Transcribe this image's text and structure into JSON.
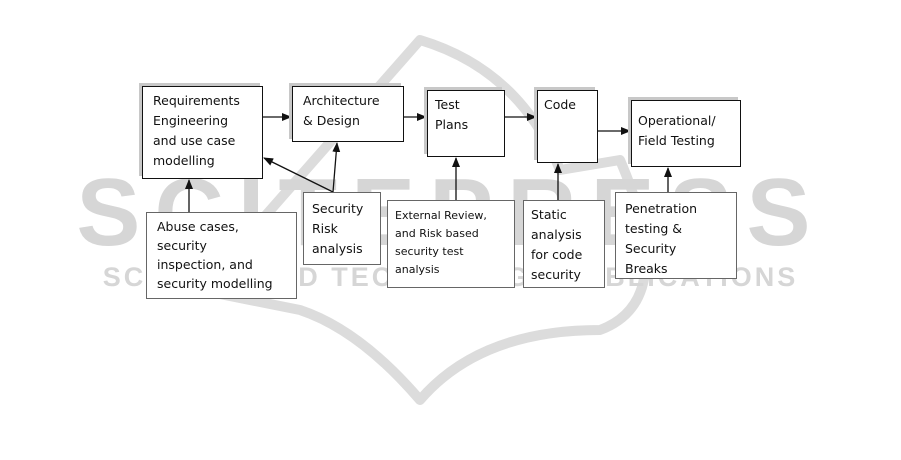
{
  "watermark": {
    "title": "SCITEPRESS",
    "subtitle": "SCIENCE AND TECHNOLOGY PUBLICATIONS"
  },
  "process_steps": [
    {
      "id": "requirements",
      "label": "Requirements\nEngineering\nand use case\nmodelling"
    },
    {
      "id": "architecture",
      "label": "Architecture\n& Design"
    },
    {
      "id": "test-plans",
      "label": "Test\nPlans"
    },
    {
      "id": "code",
      "label": "Code"
    },
    {
      "id": "operational",
      "label": "Operational/\nField Testing"
    }
  ],
  "security_activities": [
    {
      "id": "abuse-cases",
      "label": "Abuse cases,\nsecurity\ninspection, and\nsecurity modelling",
      "targets": [
        "requirements"
      ]
    },
    {
      "id": "security-risk",
      "label": "Security\nRisk\nanalysis",
      "targets": [
        "requirements",
        "architecture"
      ]
    },
    {
      "id": "external-review",
      "label": "External Review,\nand Risk based\nsecurity test\nanalysis",
      "targets": [
        "test-plans"
      ]
    },
    {
      "id": "static-analysis",
      "label": "Static\nanalysis\nfor code\nsecurity",
      "targets": [
        "code"
      ]
    },
    {
      "id": "penetration",
      "label": "Penetration\ntesting &\nSecurity\nBreaks",
      "targets": [
        "operational"
      ]
    }
  ],
  "flow": [
    [
      "requirements",
      "architecture"
    ],
    [
      "architecture",
      "test-plans"
    ],
    [
      "test-plans",
      "code"
    ],
    [
      "code",
      "operational"
    ]
  ]
}
